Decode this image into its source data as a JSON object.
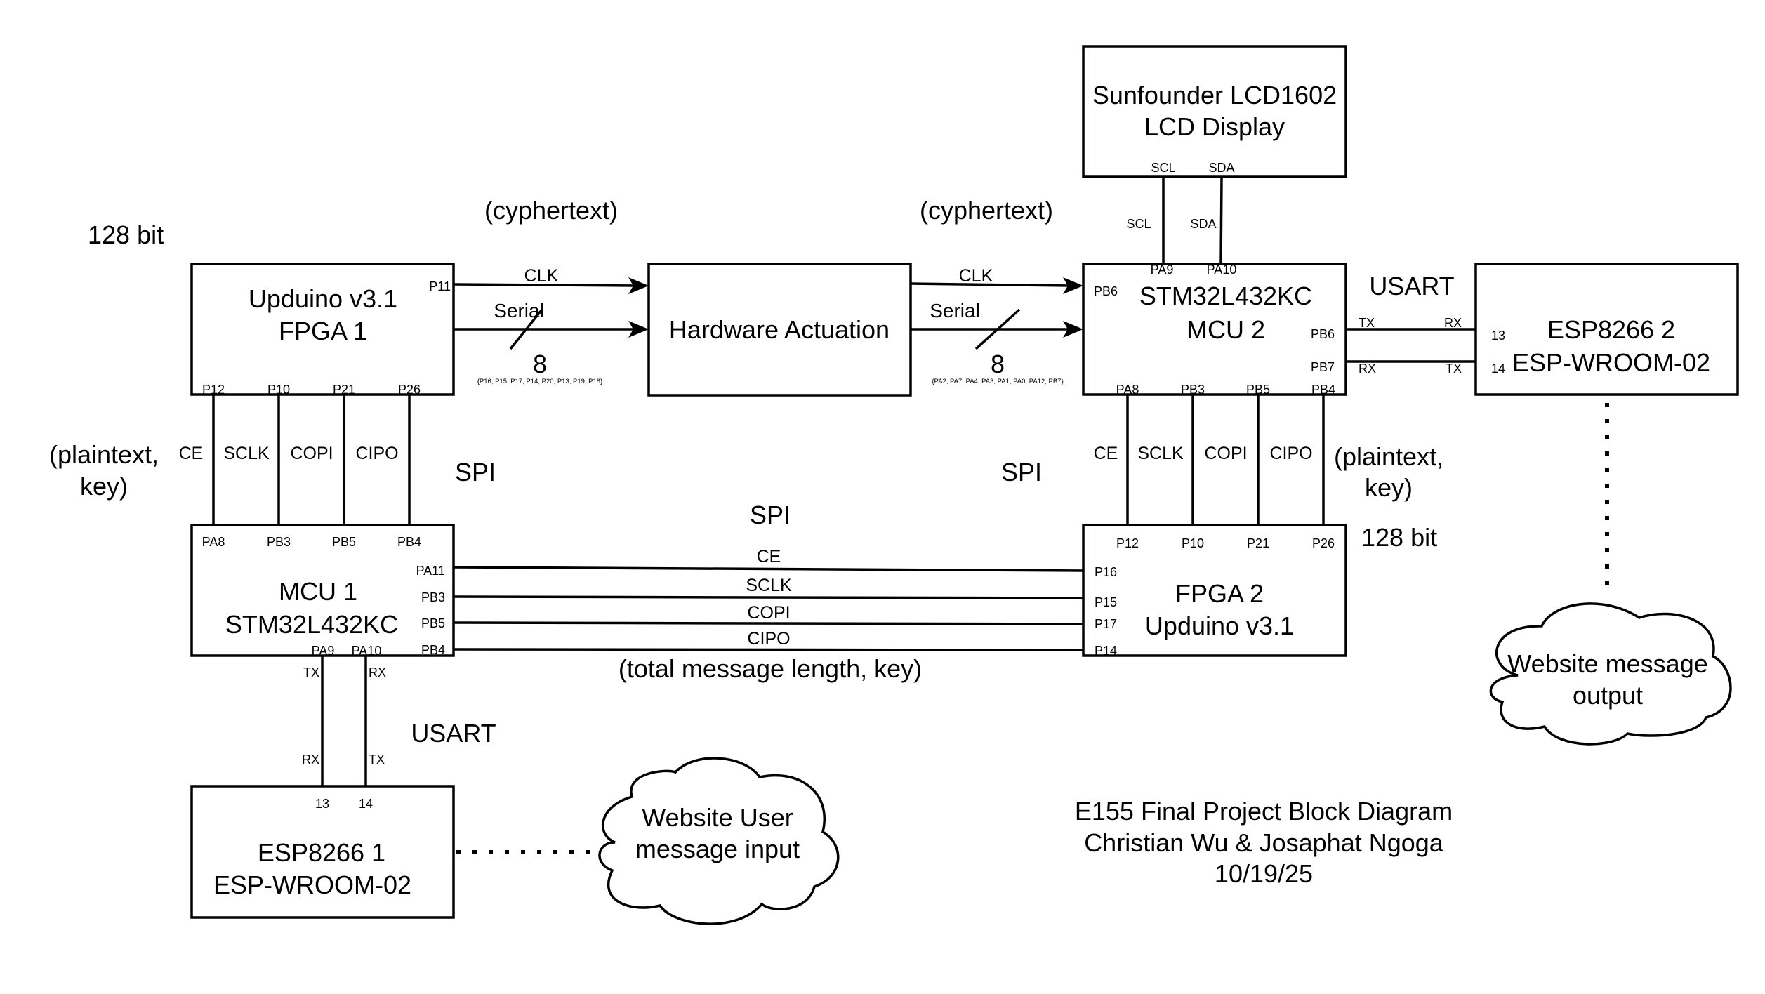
{
  "diagram": {
    "title_block": {
      "line1": "E155 Final Project Block Diagram",
      "line2": "Christian Wu & Josaphat Ngoga",
      "line3": "10/19/25"
    },
    "blocks": {
      "fpga1": {
        "line1": "Upduino v3.1",
        "line2": "FPGA 1",
        "pins": {
          "clk_out": "P11",
          "ce": "P12",
          "sclk": "P10",
          "copi": "P21",
          "cipo": "P26"
        }
      },
      "hw": {
        "label": "Hardware Actuation"
      },
      "mcu2": {
        "line1": "STM32L432KC",
        "line2": "MCU 2",
        "pins": {
          "clk_in": "PB6",
          "scl": "PA9",
          "sda": "PA10",
          "tx": "PB6",
          "rx": "PB7",
          "ce": "PA8",
          "sclk": "PB3",
          "copi": "PB5",
          "cipo": "PB4"
        }
      },
      "lcd": {
        "line1": "Sunfounder LCD1602",
        "line2": "LCD Display",
        "pins": {
          "scl": "SCL",
          "sda": "SDA"
        }
      },
      "esp2": {
        "line1": "ESP8266 2",
        "line2": "ESP-WROOM-02",
        "pins": {
          "p13": "13",
          "p14": "14"
        }
      },
      "mcu1": {
        "line1": "MCU 1",
        "line2": "STM32L432KC",
        "pins": {
          "ce_top": "PA8",
          "sclk_top": "PB3",
          "copi_top": "PB5",
          "cipo_top": "PB4",
          "ce": "PA11",
          "sclk": "PB3",
          "copi": "PB5",
          "cipo": "PB4",
          "tx": "PA9",
          "rx": "PA10"
        }
      },
      "fpga2": {
        "line1": "FPGA 2",
        "line2": "Upduino v3.1",
        "pins": {
          "ce_top": "P12",
          "sclk_top": "P10",
          "copi_top": "P21",
          "cipo_top": "P26",
          "ce": "P16",
          "sclk": "P15",
          "copi": "P17",
          "cipo": "P14"
        }
      },
      "esp1": {
        "line1": "ESP8266 1",
        "line2": "ESP-WROOM-02",
        "pins": {
          "p13": "13",
          "p14": "14"
        }
      }
    },
    "clouds": {
      "input": {
        "line1": "Website User",
        "line2": "message input"
      },
      "output": {
        "line1": "Website message",
        "line2": "output"
      }
    },
    "labels": {
      "bits_left": "128 bit",
      "bits_right": "128 bit",
      "cyphertext_left": "(cyphertext)",
      "cyphertext_right": "(cyphertext)",
      "plaintext_left_1": "(plaintext,",
      "plaintext_left_2": "key)",
      "plaintext_right_1": "(plaintext,",
      "plaintext_right_2": "key)",
      "spi_left": "SPI",
      "spi_mid": "SPI",
      "spi_right": "SPI",
      "usart_top": "USART",
      "usart_bottom": "USART",
      "bus_note": "(total message length, key)",
      "clk": "CLK",
      "serial": "Serial",
      "width": "8",
      "serial_pins_left": "{P16, P15, P17, P14, P20, P13, P19, P18}",
      "serial_pins_right": "{PA2, PA7, PA4, PA3, PA1, PA0, PA12, PB7}",
      "sig_ce": "CE",
      "sig_sclk": "SCLK",
      "sig_copi": "COPI",
      "sig_cipo": "CIPO",
      "sig_scl": "SCL",
      "sig_sda": "SDA",
      "tx": "TX",
      "rx": "RX"
    }
  }
}
